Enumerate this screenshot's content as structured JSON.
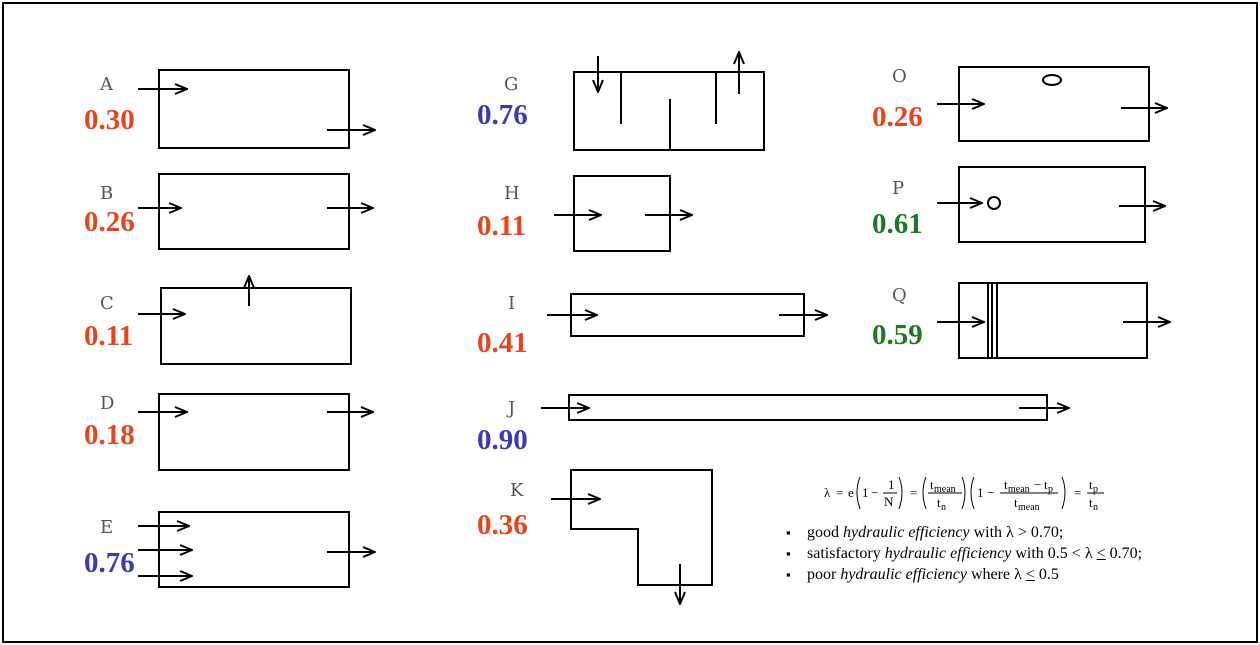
{
  "colors": {
    "red": "#e8431d",
    "blue": "#3a3ab4",
    "green": "#1e7a1e",
    "line": "#000000"
  },
  "panels": [
    {
      "id": "A",
      "letter": "A",
      "value": "0.30",
      "color": "red"
    },
    {
      "id": "B",
      "letter": "B",
      "value": "0.26",
      "color": "red"
    },
    {
      "id": "C",
      "letter": "C",
      "value": "0.11",
      "color": "red"
    },
    {
      "id": "D",
      "letter": "D",
      "value": "0.18",
      "color": "red"
    },
    {
      "id": "E",
      "letter": "E",
      "value": "0.76",
      "color": "blue"
    },
    {
      "id": "G",
      "letter": "G",
      "value": "0.76",
      "color": "blue"
    },
    {
      "id": "H",
      "letter": "H",
      "value": "0.11",
      "color": "red"
    },
    {
      "id": "I",
      "letter": "I",
      "value": "0.41",
      "color": "red"
    },
    {
      "id": "J",
      "letter": "J",
      "value": "0.90",
      "color": "blue"
    },
    {
      "id": "K",
      "letter": "K",
      "value": "0.36",
      "color": "red"
    },
    {
      "id": "O",
      "letter": "O",
      "value": "0.26",
      "color": "red"
    },
    {
      "id": "P",
      "letter": "P",
      "value": "0.61",
      "color": "green"
    },
    {
      "id": "Q",
      "letter": "Q",
      "value": "0.59",
      "color": "green"
    }
  ],
  "formula": {
    "lambda": "λ",
    "e": "e",
    "one": "1",
    "N": "N",
    "t_mean": "t",
    "mean_sub": "mean",
    "t_n": "t",
    "n_sub": "n",
    "t_p": "t",
    "p_sub": "p",
    "equals": "=",
    "minus": "−"
  },
  "legend": {
    "items": [
      {
        "prefix": "good ",
        "em": "hydraulic efficiency",
        "suffix": " with λ > 0.70;"
      },
      {
        "prefix": "satisfactory ",
        "em": "hydraulic efficiency",
        "suffix": " with 0.5 < λ ",
        "tail_le": "<",
        "tail": " 0.70;"
      },
      {
        "prefix": "poor ",
        "em": "hydraulic efficiency",
        "suffix": " where λ ",
        "tail_le": "<",
        "tail": " 0.5"
      }
    ],
    "bullet": "▪"
  }
}
